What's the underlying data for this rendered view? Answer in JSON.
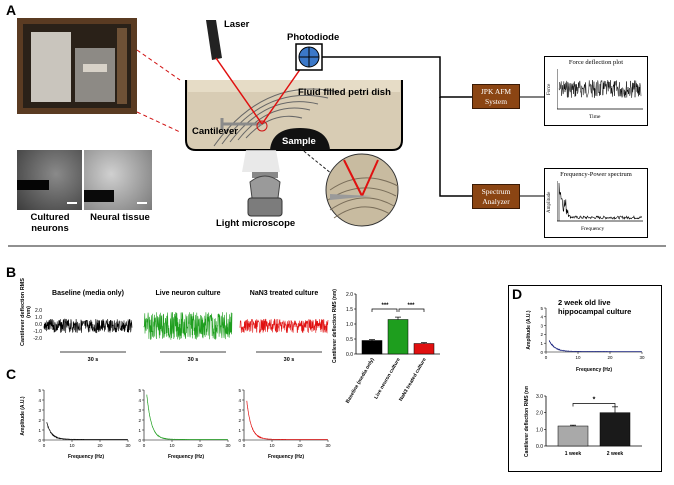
{
  "panels": {
    "A": "A",
    "B": "B",
    "C": "C",
    "D": "D"
  },
  "panelA": {
    "laser": "Laser",
    "photodiode": "Photodiode",
    "fluid": "Fluid filled petri dish",
    "cantilever": "Cantilever",
    "sample": "Sample",
    "microscope": "Light microscope",
    "cultured_neurons": "Cultured neurons",
    "neural_tissue": "Neural tissue",
    "jpk_box": "JPK AFM System",
    "spectrum_box": "Spectrum Analyzer",
    "force_plot_title": "Force deflection plot",
    "force_ylabel": "Force",
    "force_xlabel": "Time",
    "freq_plot_title": "Frequency-Power spectrum",
    "freq_ylabel": "Amplitude",
    "freq_xlabel": "Frequency"
  },
  "panelB": {
    "ylabel": "Cantilever deflection RMS (nm)",
    "traces": [
      {
        "title": "Baseline (media only)",
        "time_label": "30 s",
        "color": "#000000"
      },
      {
        "title": "Live neuron culture",
        "time_label": "30 s",
        "color": "#1e9e1e"
      },
      {
        "title": "NaN3 treated culture",
        "time_label": "30 s",
        "color": "#e01010"
      }
    ],
    "yticks": [
      "2.0",
      "1.0",
      "0.0",
      "-1.0",
      "-2.0"
    ]
  },
  "panelC": {
    "ylabel": "Amplitude (A.U.)",
    "xlabel": "Frequency (Hz)",
    "yticks": [
      "5",
      "4",
      "3",
      "2",
      "1",
      "0"
    ],
    "xticks": [
      "0",
      "10",
      "20",
      "30"
    ],
    "colors": [
      "#000000",
      "#1e9e1e",
      "#e01010"
    ]
  },
  "panelD": {
    "title": "2 week old live hippocampal culture",
    "spec_ylabel": "Amplitude (A.U.)",
    "spec_xlabel": "Frequency (Hz)",
    "spec_yticks": [
      "5",
      "4",
      "3",
      "2",
      "1",
      "0"
    ],
    "spec_xticks": [
      "0",
      "10",
      "20",
      "30"
    ],
    "bar_ylabel": "Cantilever deflection RMS (nm)",
    "significance": "*"
  },
  "chart_data": [
    {
      "type": "bar",
      "title": "",
      "categories": [
        "Baseline (media only)",
        "Live neuron culture",
        "NaN3 treated culture"
      ],
      "values": [
        0.45,
        1.15,
        0.35
      ],
      "errors": [
        0.03,
        0.08,
        0.03
      ],
      "colors": [
        "#000000",
        "#1e9e1e",
        "#e01010"
      ],
      "ylabel": "Cantilever deflection RMS (nm)",
      "yticks": [
        "0.0",
        "0.5",
        "1.0",
        "1.5",
        "2.0"
      ],
      "ylim": [
        0,
        2.0
      ],
      "significance": [
        "***",
        "***"
      ]
    },
    {
      "type": "bar",
      "title": "",
      "categories": [
        "1 week",
        "2 week"
      ],
      "values": [
        1.2,
        2.0
      ],
      "errors": [
        0.05,
        0.35
      ],
      "colors": [
        "#a9a9a9",
        "#1a1a1a"
      ],
      "ylabel": "Cantilever deflection RMS (nm)",
      "yticks": [
        "0.0",
        "1.0",
        "2.0",
        "3.0"
      ],
      "ylim": [
        0,
        3.0
      ],
      "significance": [
        "*"
      ]
    }
  ]
}
